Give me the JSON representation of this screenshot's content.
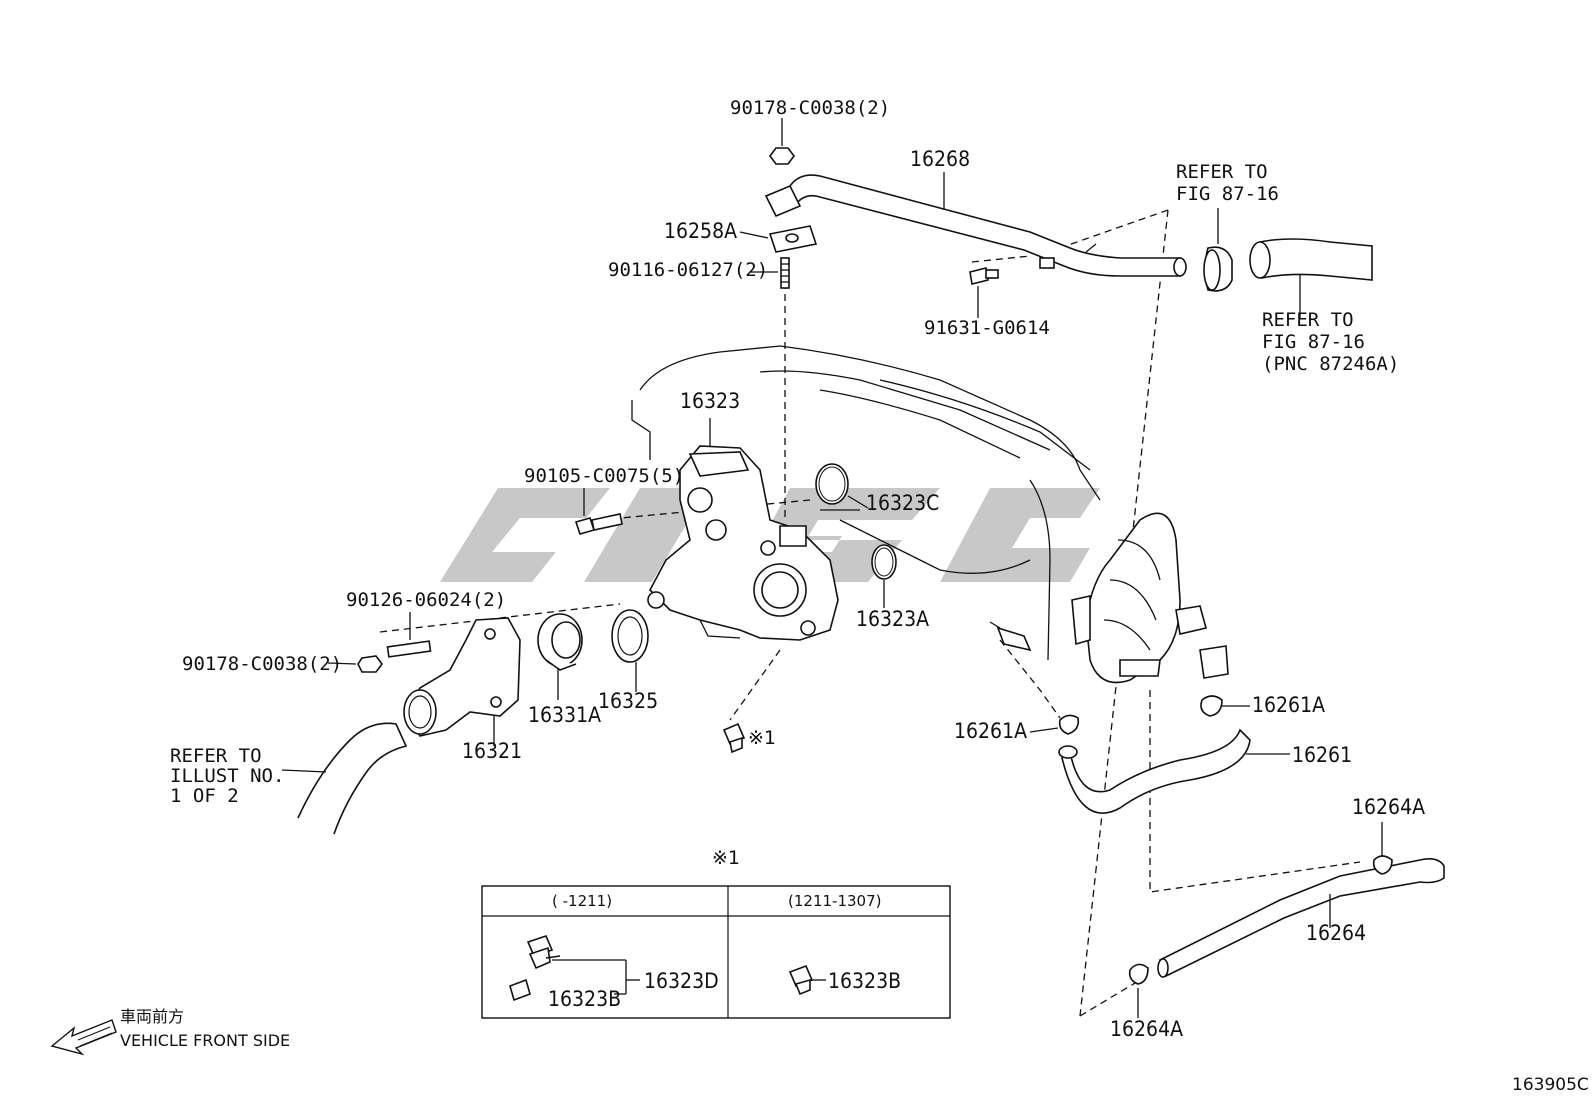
{
  "diagram": {
    "figure_code": "163905C",
    "labels": {
      "p90178_top": "90178-C0038(2)",
      "p16268": "16268",
      "p16258A": "16258A",
      "p90116": "90116-06127(2)",
      "p91631": "91631-G0614",
      "refer_top_1": "REFER TO",
      "refer_top_2": "FIG 87-16",
      "refer_right_1": "REFER TO",
      "refer_right_2": "FIG 87-16",
      "refer_right_3": "(PNC 87246A)",
      "p16323": "16323",
      "p90105": "90105-C0075(5)",
      "p16323C": "16323C",
      "p16323A": "16323A",
      "p90126": "90126-06024(2)",
      "p90178_left": "90178-C0038(2)",
      "p16331A": "16331A",
      "p16325": "16325",
      "p16321": "16321",
      "refer_left_1": "REFER TO",
      "refer_left_2": "ILLUST NO.",
      "refer_left_3": "1 OF 2",
      "note_mark_1": "※1",
      "p16261A_left": "16261A",
      "p16261A_right": "16261A",
      "p16261": "16261",
      "p16264A_top": "16264A",
      "p16264": "16264",
      "p16264A_bottom": "16264A"
    },
    "inset": {
      "title": "※1",
      "col1_header": "(      -1211)",
      "col2_header": "(1211-1307)",
      "col1_label_d": "16323D",
      "col1_label_b": "16323B",
      "col2_label_b": "16323B"
    },
    "direction": {
      "jp": "車両前方",
      "en": "VEHICLE FRONT SIDE"
    }
  }
}
